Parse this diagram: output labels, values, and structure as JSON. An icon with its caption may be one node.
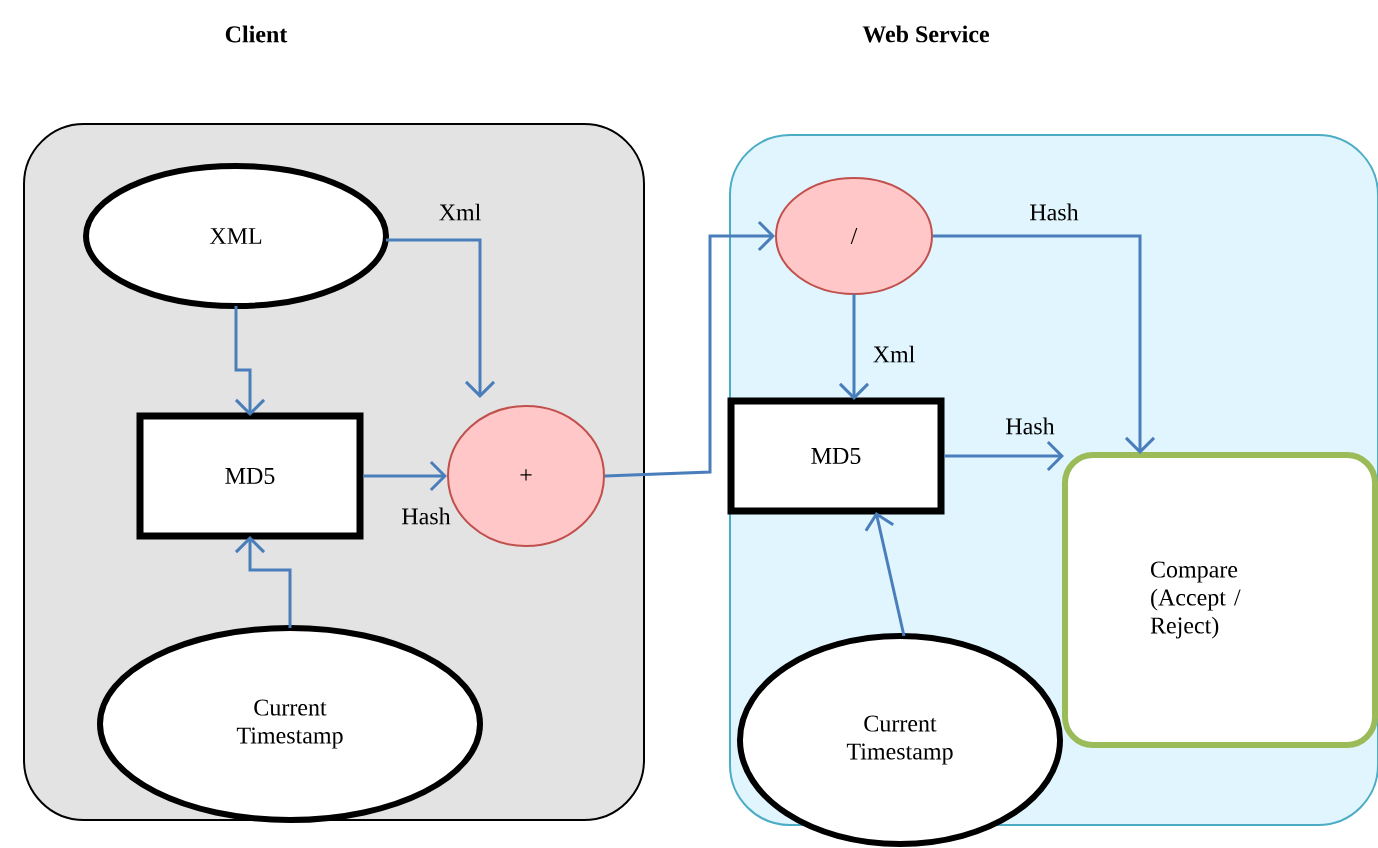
{
  "diagram": {
    "nodes": [
      {
        "text": [
          "Client"
        ]
      },
      {
        "text": [
          "XML"
        ],
        "in": 0
      },
      {
        "text": [
          "MD5"
        ],
        "in": 0
      },
      {
        "text": [
          "+"
        ],
        "in": 0
      },
      {
        "text": [
          "Current Timestamp"
        ],
        "in": 0
      },
      {
        "text": [
          "Web Service"
        ]
      },
      {
        "text": [
          "/"
        ],
        "in": 5
      },
      {
        "text": [
          "MD5"
        ],
        "in": 5
      },
      {
        "text": [
          "Compare (Accept / Reject)"
        ],
        "in": 5
      },
      {
        "text": [
          "Current Timestamp"
        ],
        "in": 5
      }
    ],
    "edges": [
      {
        "from": 1,
        "to": 2,
        "arrow": "to"
      },
      {
        "from": 1,
        "to": 3,
        "arrow": "to",
        "label": "Xml"
      },
      {
        "from": 2,
        "to": 3,
        "arrow": "to",
        "label": "Hash"
      },
      {
        "from": 4,
        "to": 2,
        "arrow": "to"
      },
      {
        "from": 3,
        "to": 6,
        "arrow": "to"
      },
      {
        "from": 6,
        "to": 7,
        "arrow": "to",
        "label": "Xml"
      },
      {
        "from": 6,
        "to": 8,
        "arrow": "to",
        "label": "Hash"
      },
      {
        "from": 7,
        "to": 8,
        "arrow": "to",
        "label": "Hash"
      },
      {
        "from": 9,
        "to": 7,
        "arrow": "to"
      }
    ]
  }
}
